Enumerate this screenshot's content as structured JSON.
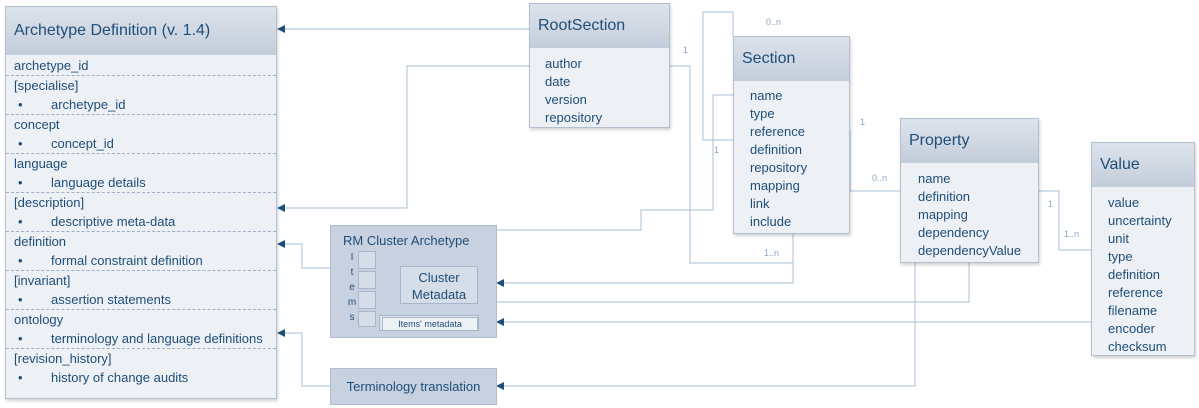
{
  "archetype_def": {
    "title": "Archetype Definition (v. 1.4)",
    "sections": [
      {
        "title": "archetype_id",
        "bullets": []
      },
      {
        "title": "[specialise]",
        "bullets": [
          "archetype_id"
        ]
      },
      {
        "title": "concept",
        "bullets": [
          "concept_id"
        ]
      },
      {
        "title": "language",
        "bullets": [
          "language details"
        ]
      },
      {
        "title": "[description]",
        "bullets": [
          "descriptive meta-data"
        ]
      },
      {
        "title": "definition",
        "bullets": [
          "formal constraint definition"
        ]
      },
      {
        "title": "[invariant]",
        "bullets": [
          "assertion statements"
        ]
      },
      {
        "title": "ontology",
        "bullets": [
          "terminology and language definitions"
        ]
      },
      {
        "title": "[revision_history]",
        "bullets": [
          "history of change audits"
        ]
      }
    ]
  },
  "root_section": {
    "title": "RootSection",
    "fields": [
      "author",
      "date",
      "version",
      "repository"
    ]
  },
  "section": {
    "title": "Section",
    "fields": [
      "name",
      "type",
      "reference",
      "definition",
      "repository",
      "mapping",
      "link",
      "include"
    ]
  },
  "property": {
    "title": "Property",
    "fields": [
      "name",
      "definition",
      "mapping",
      "dependency",
      "dependencyValue"
    ]
  },
  "value": {
    "title": "Value",
    "fields": [
      "value",
      "uncertainty",
      "unit",
      "type",
      "definition",
      "reference",
      "filename",
      "encoder",
      "checksum"
    ]
  },
  "cluster": {
    "title": "RM Cluster Archetype",
    "items_letters": [
      "I",
      "t",
      "e",
      "m",
      "s"
    ],
    "cluster_metadata": [
      "Cluster",
      "Metadata"
    ],
    "items_metadata": "Items' metadata"
  },
  "terminology": {
    "label": "Terminology translation"
  },
  "multiplicities": {
    "section_top": "0..n",
    "root_to_section": "1",
    "section_self": "1",
    "section_to_property": "1",
    "property_in": "0..n",
    "section_to_cluster": "1..n",
    "property_to_value": "1",
    "value_in": "1..n"
  },
  "colors": {
    "accent": "#1f4e79",
    "connector": "#a9bfd9",
    "arrow": "#1f4e79"
  }
}
